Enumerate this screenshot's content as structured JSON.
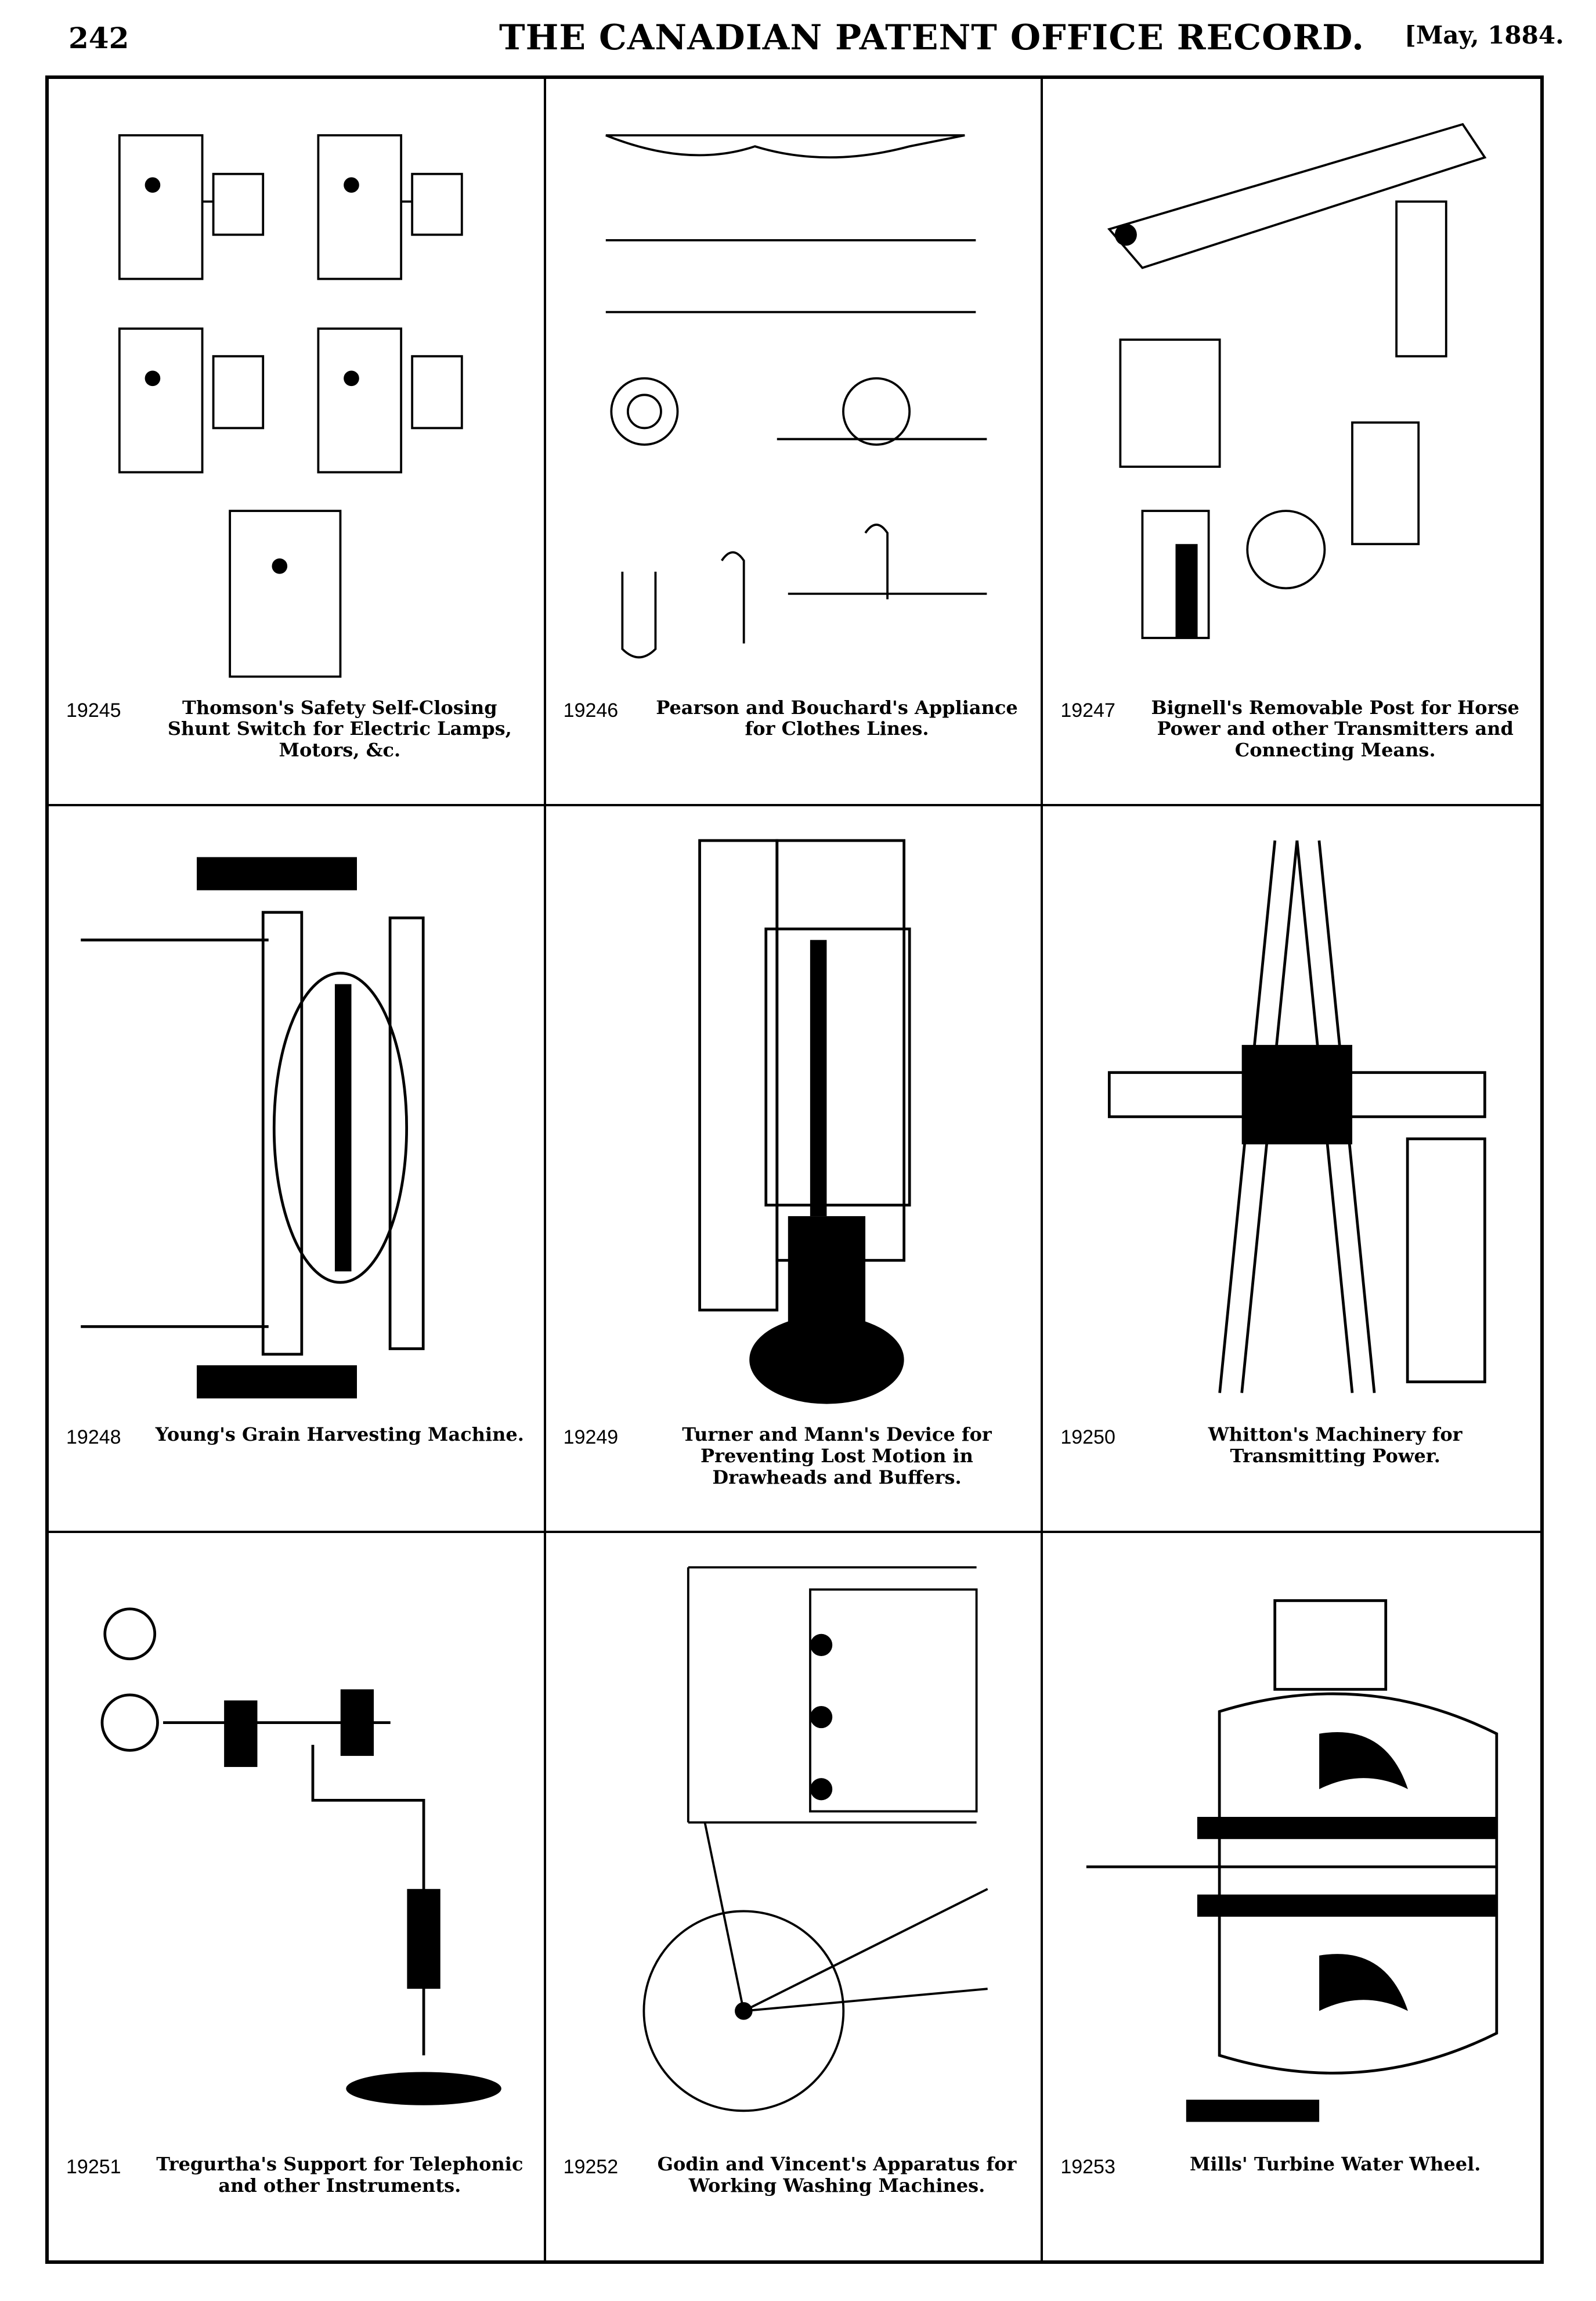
{
  "header": {
    "page_number": "242",
    "title": "THE CANADIAN PATENT OFFICE RECORD.",
    "date": "[May, 1884."
  },
  "patents": [
    {
      "number": "19245",
      "caption": "Thomson's Safety Self-Closing Shunt Switch for Electric Lamps, Motors, &c.",
      "figure": "shunt-switch-figures"
    },
    {
      "number": "19246",
      "caption": "Pearson and Bouchard's Appliance for Clothes Lines.",
      "figure": "clothes-line-appliance"
    },
    {
      "number": "19247",
      "caption": "Bignell's Removable Post for Horse Power and other Transmitters and Connecting Means.",
      "figure": "horse-power-post"
    },
    {
      "number": "19248",
      "caption": "Young's Grain Harvesting Machine.",
      "figure": "grain-harvester"
    },
    {
      "number": "19249",
      "caption": "Turner and Mann's Device for Preventing Lost Motion in Drawheads and Buffers.",
      "figure": "drawhead-device"
    },
    {
      "number": "19250",
      "caption": "Whitton's Machinery for Transmitting Power.",
      "figure": "power-transmission"
    },
    {
      "number": "19251",
      "caption": "Tregurtha's Support for Telephonic and other Instruments.",
      "figure": "telephone-support"
    },
    {
      "number": "19252",
      "caption": "Godin and Vincent's Apparatus for Working Washing Machines.",
      "figure": "washing-machine-apparatus"
    },
    {
      "number": "19253",
      "caption": "Mills' Turbine Water Wheel.",
      "figure": "turbine-water-wheel"
    }
  ]
}
